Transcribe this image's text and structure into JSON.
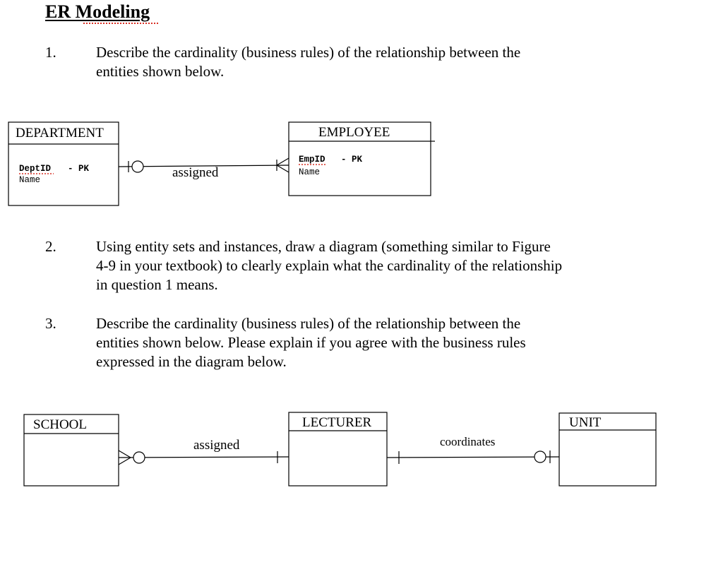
{
  "document": {
    "title": "ER Modeling"
  },
  "questions": [
    {
      "number": "1.",
      "lines": [
        "Describe the cardinality (business rules) of the relationship between the",
        "entities shown below."
      ]
    },
    {
      "number": "2.",
      "lines": [
        "Using entity sets and instances, draw a diagram (something similar to Figure",
        "4-9 in your textbook) to clearly explain what the cardinality of the relationship",
        "in question 1 means."
      ]
    },
    {
      "number": "3.",
      "lines": [
        "Describe the cardinality (business rules) of the relationship between the",
        "entities shown below. Please explain if you agree with the business rules",
        "expressed in the diagram below."
      ]
    }
  ],
  "diagram1": {
    "department": {
      "name": "DEPARTMENT",
      "pk_field": "DeptID",
      "pk_suffix": "- PK",
      "attr": "Name"
    },
    "employee": {
      "name": "EMPLOYEE",
      "pk_field": "EmpID",
      "pk_suffix": "- PK",
      "attr": "Name"
    },
    "relationship": {
      "label": "assigned",
      "department_end": "one-optional",
      "employee_end": "many-mandatory"
    }
  },
  "diagram2": {
    "school": {
      "name": "SCHOOL"
    },
    "lecturer": {
      "name": "LECTURER"
    },
    "unit": {
      "name": "UNIT"
    },
    "relationship_1": {
      "label": "assigned",
      "school_end": "many-optional",
      "lecturer_end": "one-mandatory"
    },
    "relationship_2": {
      "label": "coordinates",
      "lecturer_end": "one-mandatory",
      "unit_end": "one-optional"
    }
  },
  "colors": {
    "text": "#000000",
    "spellcheck_underline": "#d93025",
    "background": "#ffffff"
  }
}
